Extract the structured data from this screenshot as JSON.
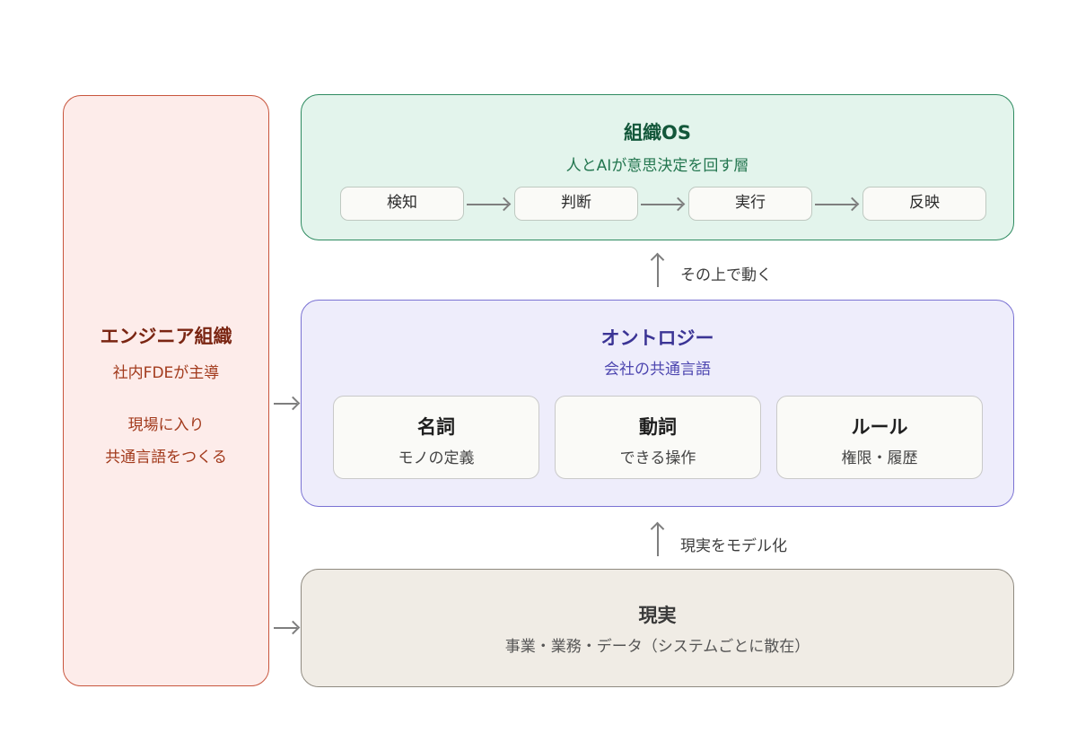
{
  "engineering": {
    "title": "エンジニア組織",
    "line1": "社内FDEが主導",
    "line2": "現場に入り",
    "line3": "共通言語をつくる"
  },
  "org_os": {
    "title": "組織OS",
    "subtitle": "人とAIが意思決定を回す層",
    "steps": [
      "検知",
      "判断",
      "実行",
      "反映"
    ]
  },
  "arrow_upper_label": "その上で動く",
  "ontology": {
    "title": "オントロジー",
    "subtitle": "会社の共通言語",
    "cards": [
      {
        "title": "名詞",
        "sub": "モノの定義"
      },
      {
        "title": "動詞",
        "sub": "できる操作"
      },
      {
        "title": "ルール",
        "sub": "権限・履歴"
      }
    ]
  },
  "arrow_lower_label": "現実をモデル化",
  "reality": {
    "title": "現実",
    "subtitle": "事業・業務・データ（システムごとに散在）"
  },
  "colors": {
    "engineering_fill": "#fdecea",
    "engineering_border": "#c8553d",
    "org_fill": "#e3f4ec",
    "org_border": "#2e8b60",
    "ontology_fill": "#eeedfb",
    "ontology_border": "#7a72d3",
    "reality_fill": "#f0ece5",
    "reality_border": "#8f8a80"
  }
}
